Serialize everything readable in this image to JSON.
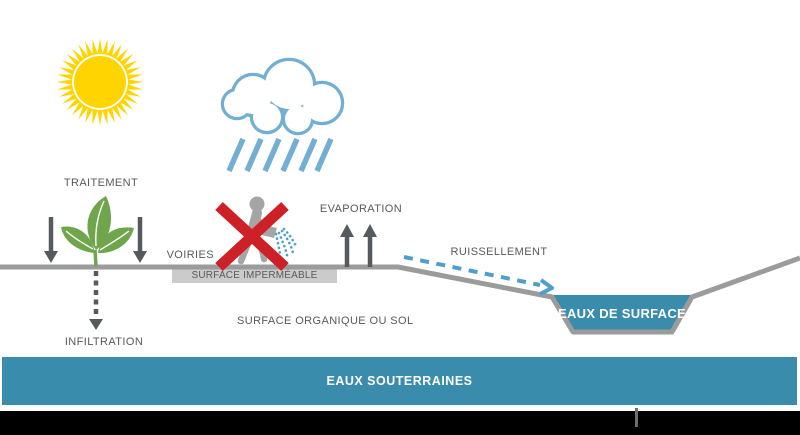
{
  "diagram": {
    "labels": {
      "traitement": "TRAITEMENT",
      "voiries": "VOIRIES",
      "evaporation": "EVAPORATION",
      "infiltration": "INFILTRATION",
      "surface_impermeable": "SURFACE IMPERMÉABLE",
      "surface_organique": "SURFACE ORGANIQUE OU SOL",
      "ruissellement": "RUISSELLEMENT",
      "eaux_de_surface": "EAUX DE SURFACE",
      "eaux_souterraines": "EAUX SOUTERRAINES"
    },
    "icons": {
      "sun-icon": "sun disc with radiating spikes",
      "rain-cloud-icon": "outlined cloud with slanted rain lines",
      "plant-icon": "three-leaf seedling",
      "person-watering-icon": "gray figure watering with blue spray",
      "prohibition-cross-icon": "thick red X",
      "treatment-down-arrow-icon": "solid down arrow",
      "infiltration-dashed-arrow-icon": "dashed down arrow",
      "evaporation-up-arrow-icon": "solid up arrow",
      "runoff-dashed-arrow-icon": "blue dashed arrow with chevron head"
    },
    "colors": {
      "sun_yellow": "#FFD400",
      "cloud_blue": "#72AFD3",
      "runoff_blue": "#4F9FCB",
      "water_teal": "#3A8CAD",
      "ground_gray": "#9B9B9B",
      "surface_gray": "#CBCBCB",
      "figure_gray": "#A5A5A5",
      "arrow_gray": "#555A5E",
      "text_gray": "#58595B",
      "plant_green": "#6FA64C",
      "cross_red": "#CE2127",
      "bottom_bar_black": "#000000"
    }
  }
}
